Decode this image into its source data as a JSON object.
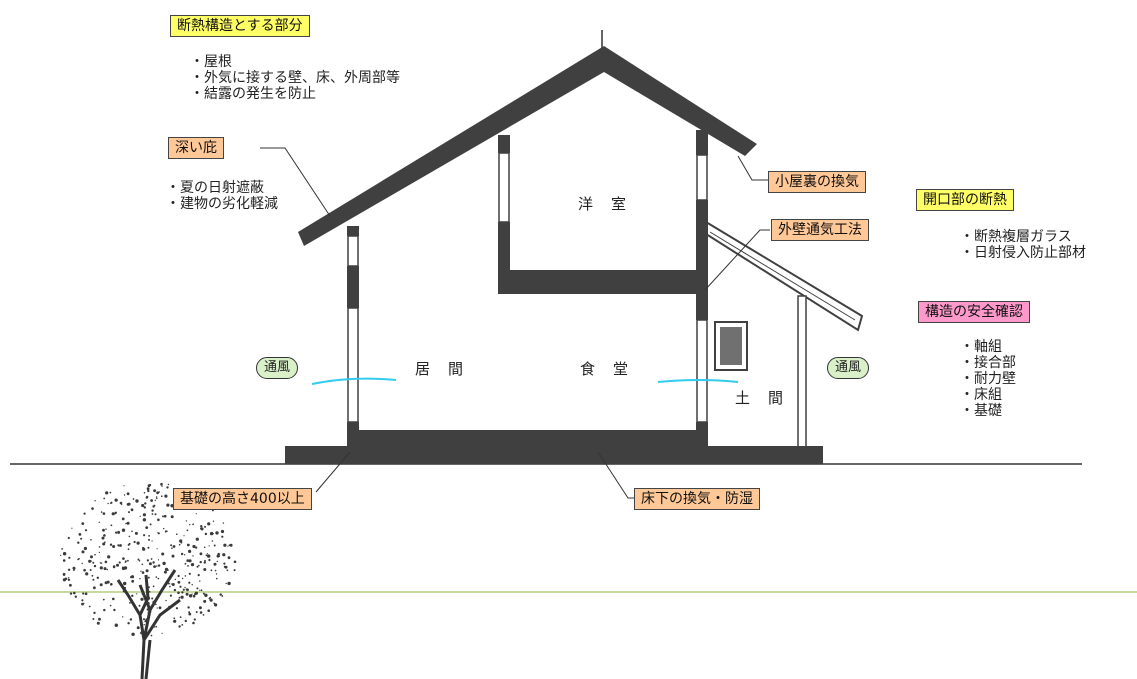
{
  "labels": {
    "insulation_structure": "断熱構造とする部分",
    "deep_eaves": "深い庇",
    "attic_ventilation": "小屋裏の換気",
    "exterior_wall_ventilation": "外壁通気工法",
    "opening_insulation": "開口部の断熱",
    "structural_safety": "構造の安全確認",
    "foundation_height": "基礎の高さ400以上",
    "underfloor_ventilation": "床下の換気・防湿"
  },
  "lists": {
    "insulation_structure": [
      "屋根",
      "外気に接する壁、床、外周部等",
      "結露の発生を防止"
    ],
    "deep_eaves": [
      "夏の日射遮蔽",
      "建物の劣化軽減"
    ],
    "opening_insulation": [
      "断熱複層ガラス",
      "日射侵入防止部材"
    ],
    "structural_safety": [
      "軸組",
      "接合部",
      "耐力壁",
      "床組",
      "基礎"
    ]
  },
  "rooms": {
    "western_room": "洋室",
    "living_room": "居間",
    "dining_room": "食堂",
    "earthen_floor": "土間"
  },
  "ventilation": {
    "left": "通風",
    "right": "通風"
  },
  "colors": {
    "structure": "#404040",
    "label_orange": "#ffc896",
    "label_yellow": "#ffff66",
    "label_pink": "#ff99cc",
    "vent_bubble": "#d9f0c8",
    "airflow": "#33ccee",
    "baseline": "#c8d9a0"
  }
}
